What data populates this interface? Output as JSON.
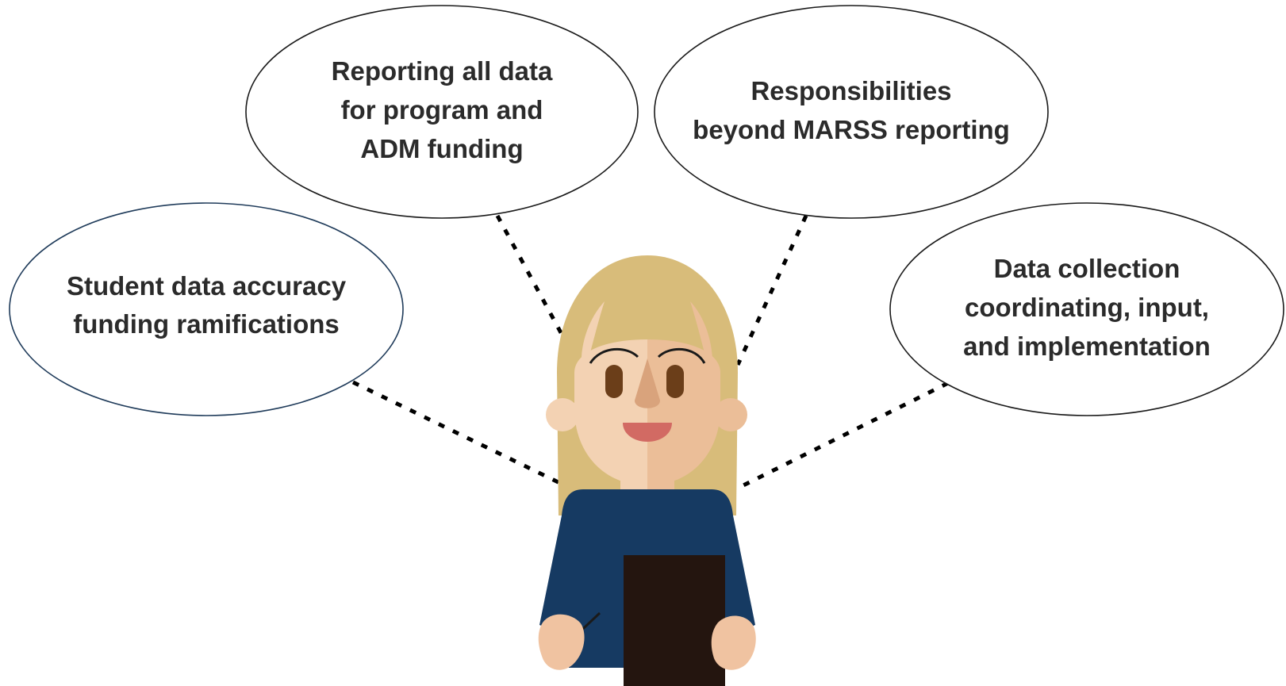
{
  "bubbles": [
    {
      "id": "reporting",
      "lines": [
        "Reporting all data",
        "for program and",
        "ADM funding"
      ]
    },
    {
      "id": "responsibilities",
      "lines": [
        "Responsibilities",
        "beyond MARSS reporting"
      ]
    },
    {
      "id": "accuracy",
      "lines": [
        "Student data accuracy",
        "funding ramifications"
      ]
    },
    {
      "id": "collection",
      "lines": [
        "Data collection",
        "coordinating, input,",
        "and implementation"
      ]
    }
  ],
  "colors": {
    "hair": "#D8BC7A",
    "hair_shadow": "#C7A966",
    "skin_light": "#F3D2B3",
    "skin_dark": "#EBBE98",
    "nose": "#D9A37C",
    "eyes": "#6B3E19",
    "mouth": "#D26A63",
    "shirt": "#163A62",
    "clipboard": "#24150F",
    "hands": "#F0C3A1",
    "connector": "#000000",
    "text": "#2b2b2b"
  },
  "icons": {
    "person": "person-with-clipboard-icon"
  }
}
